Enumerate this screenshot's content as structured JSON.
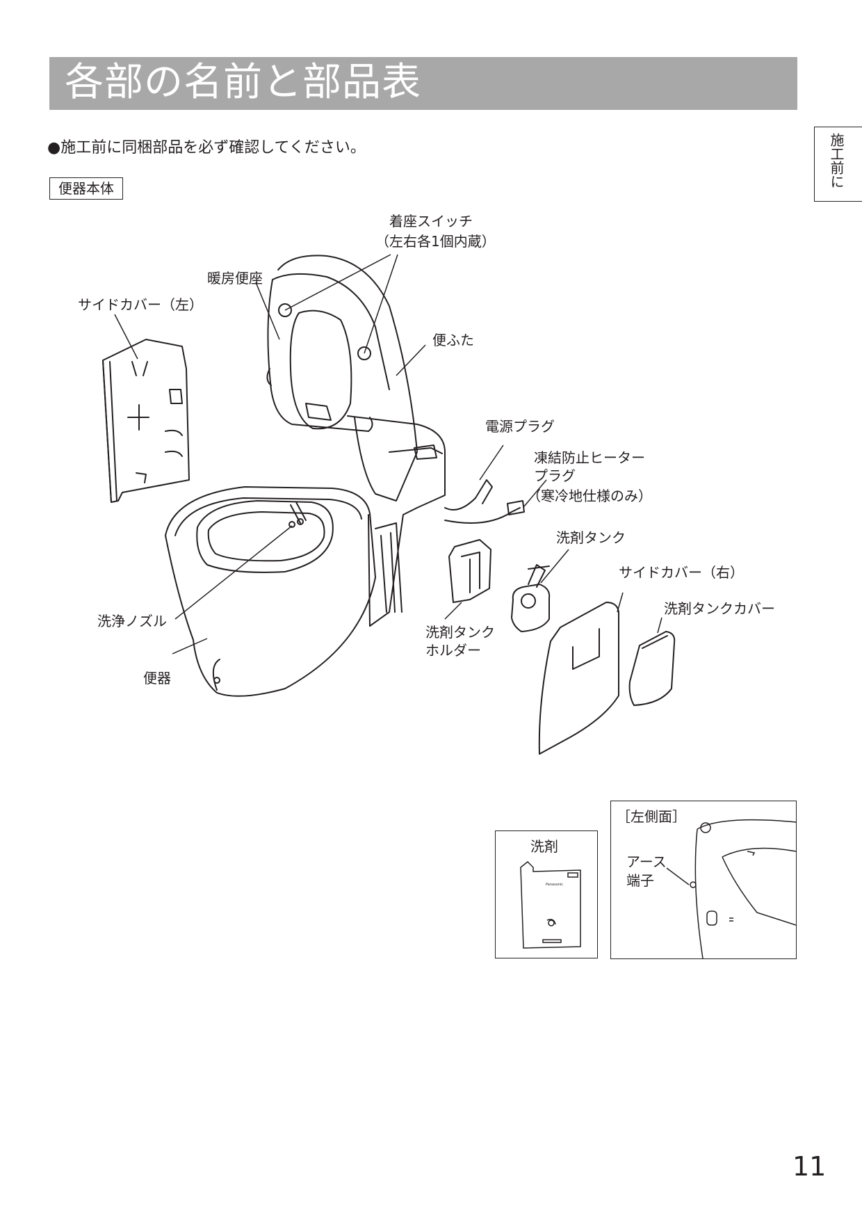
{
  "title": "各部の名前と部品表",
  "side_tab": "施工前に",
  "notice": "●施工前に同梱部品を必ず確認してください。",
  "section_label": "便器本体",
  "labels": {
    "seat_switch_line1": "着座スイッチ",
    "seat_switch_line2": "（左右各1個内蔵）",
    "heated_seat": "暖房便座",
    "side_cover_left": "サイドカバー（左）",
    "lid": "便ふた",
    "power_plug": "電源プラグ",
    "antifreeze_line1": "凍結防止ヒーター",
    "antifreeze_line2": "プラグ",
    "antifreeze_line3": "（寒冷地仕様のみ）",
    "detergent_tank": "洗剤タンク",
    "side_cover_right": "サイドカバー（右）",
    "detergent_tank_cover": "洗剤タンクカバー",
    "wash_nozzle": "洗浄ノズル",
    "tank_holder_line1": "洗剤タンク",
    "tank_holder_line2": "ホルダー",
    "bowl": "便器"
  },
  "detergent_box": {
    "title": "洗剤",
    "brand": "Panasonic"
  },
  "left_side_box": {
    "title": "［左側面］",
    "earth_line1": "アース",
    "earth_line2": "端子"
  },
  "page_number": "11"
}
